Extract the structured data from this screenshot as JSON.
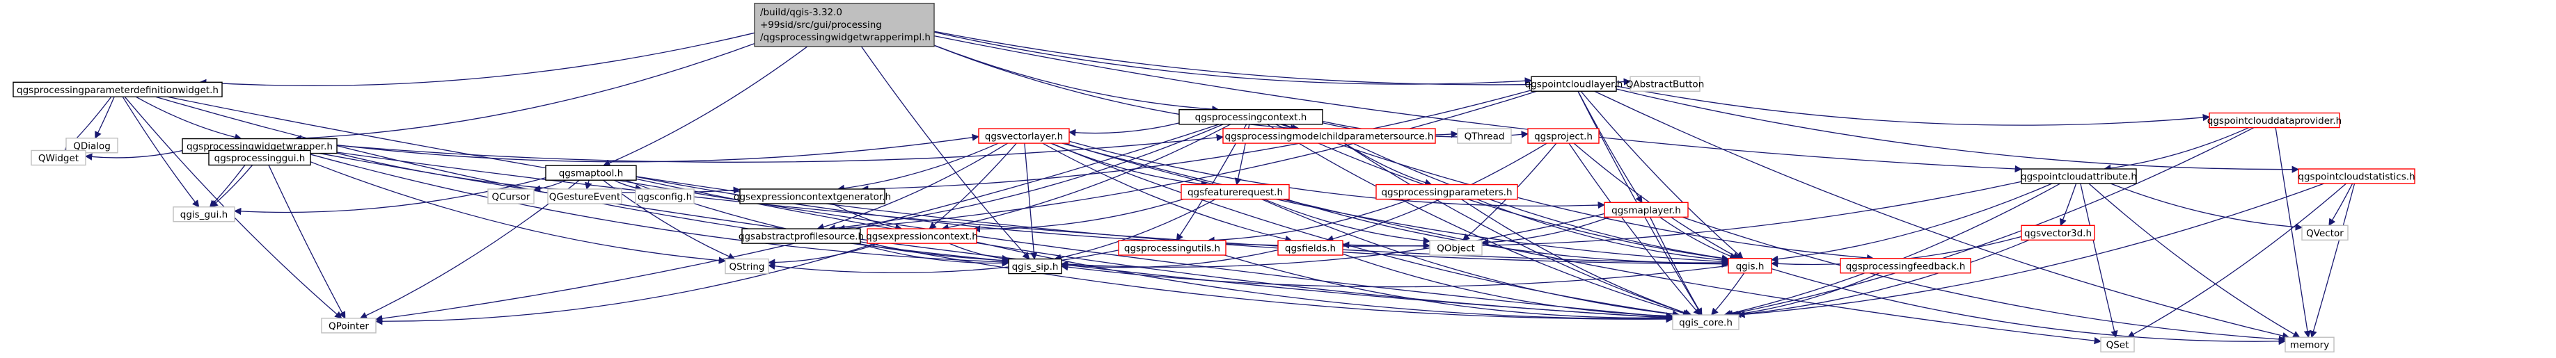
{
  "diagram": {
    "type": "include-dependency-graph",
    "colors": {
      "edge": "#191970",
      "root_fill": "#bfbfbf",
      "root_border": "#404040",
      "documented_border": "#000000",
      "truncated_border": "#ff0000",
      "external_border": "#bfbfbf",
      "node_fill": "#ffffff"
    },
    "nodes": [
      {
        "id": "root",
        "lines": [
          "/build/qgis-3.32.0",
          "+99sid/src/gui/processing",
          "/qgsprocessingwidgetwrapperimpl.h"
        ],
        "kind": "root"
      },
      {
        "id": "paramdef",
        "lines": [
          "qgsprocessingparameterdefinitionwidget.h"
        ],
        "kind": "documented"
      },
      {
        "id": "widgetwrapper",
        "lines": [
          "qgsprocessingwidgetwrapper.h"
        ],
        "kind": "documented"
      },
      {
        "id": "qdialog",
        "lines": [
          "QDialog"
        ],
        "kind": "external"
      },
      {
        "id": "qwidget",
        "lines": [
          "QWidget"
        ],
        "kind": "external"
      },
      {
        "id": "processinggui",
        "lines": [
          "qgsprocessinggui.h"
        ],
        "kind": "documented"
      },
      {
        "id": "qgisgui",
        "lines": [
          "qgis_gui.h"
        ],
        "kind": "external"
      },
      {
        "id": "qpointer",
        "lines": [
          "QPointer"
        ],
        "kind": "external"
      },
      {
        "id": "maptool",
        "lines": [
          "qgsmaptool.h"
        ],
        "kind": "documented"
      },
      {
        "id": "qcursor",
        "lines": [
          "QCursor"
        ],
        "kind": "external"
      },
      {
        "id": "qgestureevent",
        "lines": [
          "QGestureEvent"
        ],
        "kind": "external"
      },
      {
        "id": "qgsconfig",
        "lines": [
          "qgsconfig.h"
        ],
        "kind": "external"
      },
      {
        "id": "exprctxgen",
        "lines": [
          "qgsexpressioncontextgenerator.h"
        ],
        "kind": "documented"
      },
      {
        "id": "abstractprofile",
        "lines": [
          "qgsabstractprofilesource.h"
        ],
        "kind": "documented"
      },
      {
        "id": "exprctx",
        "lines": [
          "qgsexpressioncontext.h"
        ],
        "kind": "truncated"
      },
      {
        "id": "qstring",
        "lines": [
          "QString"
        ],
        "kind": "external"
      },
      {
        "id": "qgissip",
        "lines": [
          "qgis_sip.h"
        ],
        "kind": "documented"
      },
      {
        "id": "processingcontext",
        "lines": [
          "qgsprocessingcontext.h"
        ],
        "kind": "documented"
      },
      {
        "id": "vectorlayer",
        "lines": [
          "qgsvectorlayer.h"
        ],
        "kind": "truncated"
      },
      {
        "id": "modelchild",
        "lines": [
          "qgsprocessingmodelchildparametersource.h"
        ],
        "kind": "truncated"
      },
      {
        "id": "qthread",
        "lines": [
          "QThread"
        ],
        "kind": "external"
      },
      {
        "id": "project",
        "lines": [
          "qgsproject.h"
        ],
        "kind": "truncated"
      },
      {
        "id": "featurerequest",
        "lines": [
          "qgsfeaturerequest.h"
        ],
        "kind": "truncated"
      },
      {
        "id": "procparams",
        "lines": [
          "qgsprocessingparameters.h"
        ],
        "kind": "truncated"
      },
      {
        "id": "procutils",
        "lines": [
          "qgsprocessingutils.h"
        ],
        "kind": "truncated"
      },
      {
        "id": "fields",
        "lines": [
          "qgsfields.h"
        ],
        "kind": "truncated"
      },
      {
        "id": "qobject",
        "lines": [
          "QObject"
        ],
        "kind": "external"
      },
      {
        "id": "maplayer",
        "lines": [
          "qgsmaplayer.h"
        ],
        "kind": "truncated"
      },
      {
        "id": "qgis",
        "lines": [
          "qgis.h"
        ],
        "kind": "truncated"
      },
      {
        "id": "procfeedback",
        "lines": [
          "qgsprocessingfeedback.h"
        ],
        "kind": "truncated"
      },
      {
        "id": "qgiscore",
        "lines": [
          "qgis_core.h"
        ],
        "kind": "external"
      },
      {
        "id": "pointcloudlayer",
        "lines": [
          "qgspointcloudlayer.h"
        ],
        "kind": "documented"
      },
      {
        "id": "qabstractbutton",
        "lines": [
          "QAbstractButton"
        ],
        "kind": "external"
      },
      {
        "id": "pcdataprovider",
        "lines": [
          "qgspointclouddataprovider.h"
        ],
        "kind": "truncated"
      },
      {
        "id": "pcattribute",
        "lines": [
          "qgspointcloudattribute.h"
        ],
        "kind": "documented"
      },
      {
        "id": "pcstatistics",
        "lines": [
          "qgspointcloudstatistics.h"
        ],
        "kind": "truncated"
      },
      {
        "id": "vector3d",
        "lines": [
          "qgsvector3d.h"
        ],
        "kind": "truncated"
      },
      {
        "id": "qvector",
        "lines": [
          "QVector"
        ],
        "kind": "external"
      },
      {
        "id": "qset",
        "lines": [
          "QSet"
        ],
        "kind": "external"
      },
      {
        "id": "memory",
        "lines": [
          "memory"
        ],
        "kind": "external"
      }
    ],
    "edges": [
      [
        "root",
        "paramdef"
      ],
      [
        "root",
        "widgetwrapper"
      ],
      [
        "root",
        "maptool"
      ],
      [
        "root",
        "processingcontext"
      ],
      [
        "root",
        "pointcloudlayer"
      ],
      [
        "root",
        "qabstractbutton"
      ],
      [
        "root",
        "pcattribute"
      ],
      [
        "root",
        "modelchild"
      ],
      [
        "root",
        "qgissip"
      ],
      [
        "paramdef",
        "qdialog"
      ],
      [
        "paramdef",
        "widgetwrapper"
      ],
      [
        "paramdef",
        "qwidget"
      ],
      [
        "paramdef",
        "qgisgui"
      ],
      [
        "paramdef",
        "qpointer"
      ],
      [
        "paramdef",
        "qgiscore"
      ],
      [
        "paramdef",
        "qgissip"
      ],
      [
        "widgetwrapper",
        "processinggui"
      ],
      [
        "widgetwrapper",
        "qwidget"
      ],
      [
        "widgetwrapper",
        "qgisgui"
      ],
      [
        "widgetwrapper",
        "qpointer"
      ],
      [
        "widgetwrapper",
        "qgissip"
      ],
      [
        "widgetwrapper",
        "vectorlayer"
      ],
      [
        "widgetwrapper",
        "modelchild"
      ],
      [
        "widgetwrapper",
        "exprctxgen"
      ],
      [
        "widgetwrapper",
        "qgis"
      ],
      [
        "widgetwrapper",
        "qgiscore"
      ],
      [
        "widgetwrapper",
        "qstring"
      ],
      [
        "processinggui",
        "qgisgui"
      ],
      [
        "maptool",
        "qcursor"
      ],
      [
        "maptool",
        "qgestureevent"
      ],
      [
        "maptool",
        "qgsconfig"
      ],
      [
        "maptool",
        "qgisgui"
      ],
      [
        "maptool",
        "qpointer"
      ],
      [
        "maptool",
        "qstring"
      ],
      [
        "maptool",
        "qgis"
      ],
      [
        "maptool",
        "qobject"
      ],
      [
        "maptool",
        "qgiscore"
      ],
      [
        "maptool",
        "qgissip"
      ],
      [
        "processingcontext",
        "vectorlayer"
      ],
      [
        "processingcontext",
        "modelchild"
      ],
      [
        "processingcontext",
        "qthread"
      ],
      [
        "processingcontext",
        "project"
      ],
      [
        "processingcontext",
        "featurerequest"
      ],
      [
        "processingcontext",
        "exprctx"
      ],
      [
        "processingcontext",
        "procutils"
      ],
      [
        "processingcontext",
        "procfeedback"
      ],
      [
        "processingcontext",
        "qgis"
      ],
      [
        "processingcontext",
        "qpointer"
      ],
      [
        "processingcontext",
        "qgiscore"
      ],
      [
        "processingcontext",
        "abstractprofile"
      ],
      [
        "vectorlayer",
        "exprctxgen"
      ],
      [
        "vectorlayer",
        "exprctx"
      ],
      [
        "vectorlayer",
        "featurerequest"
      ],
      [
        "vectorlayer",
        "fields"
      ],
      [
        "vectorlayer",
        "maplayer"
      ],
      [
        "vectorlayer",
        "qgis"
      ],
      [
        "vectorlayer",
        "qgiscore"
      ],
      [
        "vectorlayer",
        "qgissip"
      ],
      [
        "vectorlayer",
        "abstractprofile"
      ],
      [
        "vectorlayer",
        "qset"
      ],
      [
        "modelchild",
        "qgis"
      ],
      [
        "modelchild",
        "qgiscore"
      ],
      [
        "modelchild",
        "procparams"
      ],
      [
        "project",
        "qobject"
      ],
      [
        "project",
        "qgis"
      ],
      [
        "project",
        "qgiscore"
      ],
      [
        "project",
        "fields"
      ],
      [
        "featurerequest",
        "exprctx"
      ],
      [
        "featurerequest",
        "qgis"
      ],
      [
        "featurerequest",
        "qgiscore"
      ],
      [
        "featurerequest",
        "qgissip"
      ],
      [
        "featurerequest",
        "qobject"
      ],
      [
        "procparams",
        "procutils"
      ],
      [
        "procparams",
        "qgiscore"
      ],
      [
        "procparams",
        "qgis"
      ],
      [
        "procutils",
        "qstring"
      ],
      [
        "procutils",
        "qgiscore"
      ],
      [
        "fields",
        "qgissip"
      ],
      [
        "fields",
        "qgiscore"
      ],
      [
        "exprctx",
        "qstring"
      ],
      [
        "exprctx",
        "qgissip"
      ],
      [
        "exprctx",
        "qgiscore"
      ],
      [
        "exprctx",
        "qpointer"
      ],
      [
        "exprctxgen",
        "exprctx"
      ],
      [
        "abstractprofile",
        "qgissip"
      ],
      [
        "abstractprofile",
        "qgiscore"
      ],
      [
        "maplayer",
        "qobject"
      ],
      [
        "maplayer",
        "qgis"
      ],
      [
        "maplayer",
        "qgiscore"
      ],
      [
        "maplayer",
        "qgissip"
      ],
      [
        "maplayer",
        "memory"
      ],
      [
        "qgis",
        "qgiscore"
      ],
      [
        "qgis",
        "qgissip"
      ],
      [
        "qgis",
        "memory"
      ],
      [
        "procfeedback",
        "qgiscore"
      ],
      [
        "pointcloudlayer",
        "maplayer"
      ],
      [
        "pointcloudlayer",
        "pcdataprovider"
      ],
      [
        "pointcloudlayer",
        "pcstatistics"
      ],
      [
        "pointcloudlayer",
        "qgiscore"
      ],
      [
        "pointcloudlayer",
        "memory"
      ],
      [
        "pointcloudlayer",
        "qgis"
      ],
      [
        "pointcloudlayer",
        "exprctxgen"
      ],
      [
        "pointcloudlayer",
        "abstractprofile"
      ],
      [
        "pcdataprovider",
        "pcattribute"
      ],
      [
        "pcdataprovider",
        "qgiscore"
      ],
      [
        "pcdataprovider",
        "memory"
      ],
      [
        "pcattribute",
        "vector3d"
      ],
      [
        "pcattribute",
        "qvector"
      ],
      [
        "pcattribute",
        "qset"
      ],
      [
        "pcattribute",
        "qgis"
      ],
      [
        "pcattribute",
        "qgiscore"
      ],
      [
        "pcattribute",
        "memory"
      ],
      [
        "pcattribute",
        "fields"
      ],
      [
        "pcstatistics",
        "qvector"
      ],
      [
        "pcstatistics",
        "qset"
      ],
      [
        "pcstatistics",
        "memory"
      ],
      [
        "pcstatistics",
        "qgiscore"
      ],
      [
        "vector3d",
        "qgis"
      ],
      [
        "vector3d",
        "qgiscore"
      ]
    ]
  }
}
